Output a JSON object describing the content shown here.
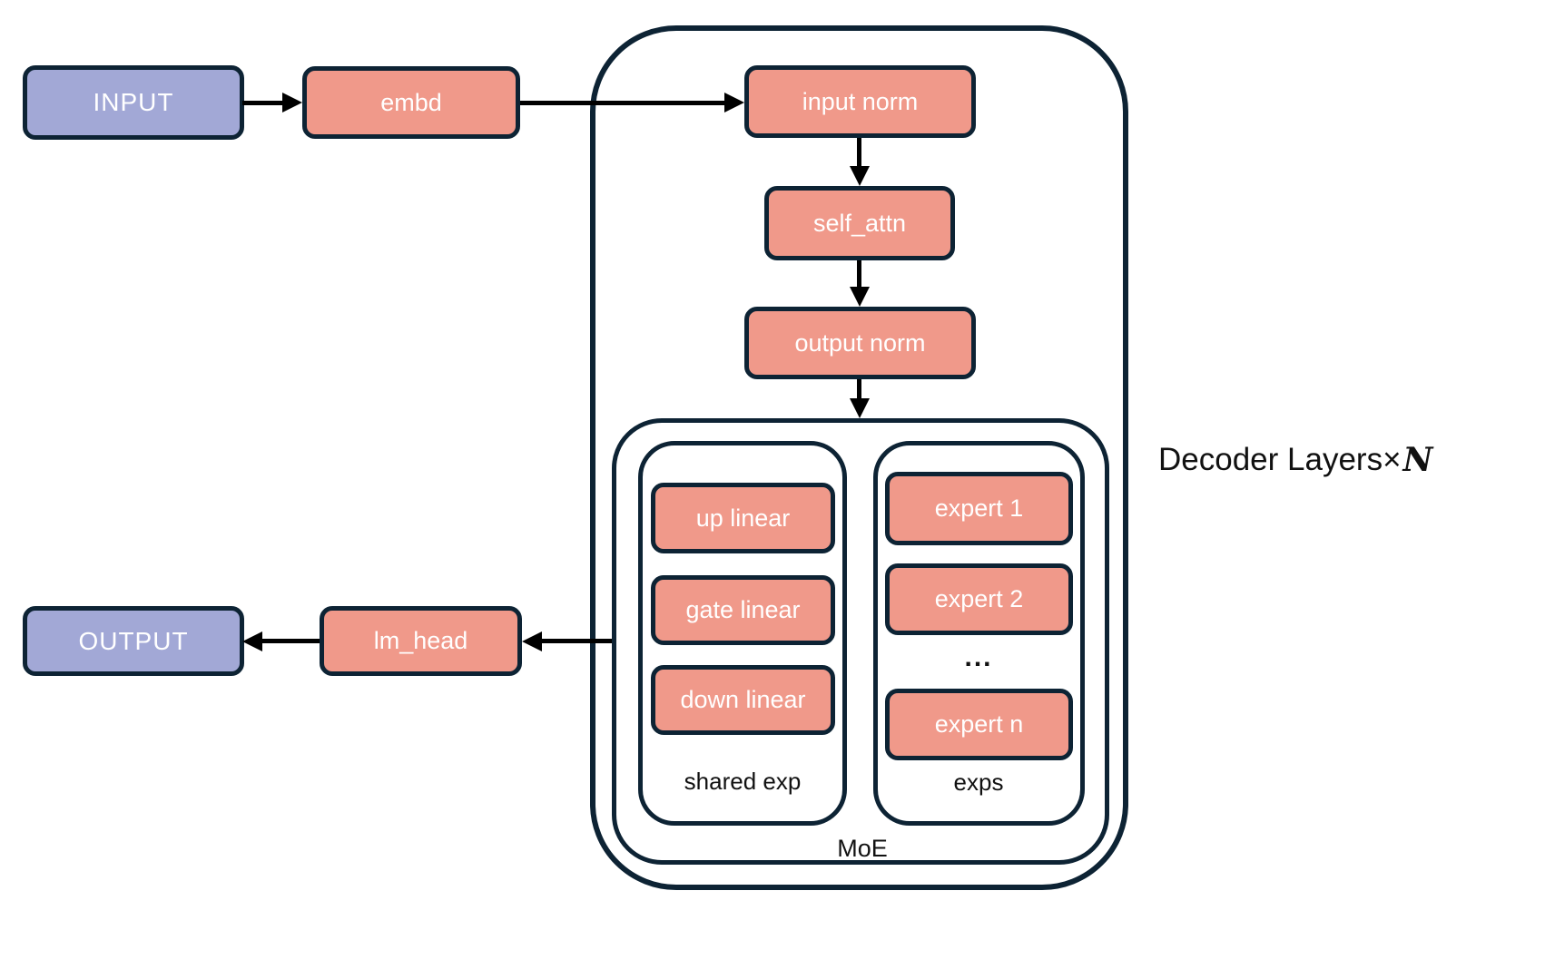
{
  "colors": {
    "salmon_fill": "#F0998A",
    "purple_fill": "#A2A8D6",
    "navy_border": "#0D2334",
    "arrow_black": "#000000",
    "box_text": "#FFFFFF",
    "label_text": "#111111"
  },
  "nodes": {
    "input": {
      "label": "INPUT"
    },
    "embd": {
      "label": "embd"
    },
    "input_norm": {
      "label": "input norm"
    },
    "self_attn": {
      "label": "self_attn"
    },
    "output_norm": {
      "label": "output norm"
    },
    "up_linear": {
      "label": "up linear"
    },
    "gate_linear": {
      "label": "gate linear"
    },
    "down_linear": {
      "label": "down linear"
    },
    "expert_1": {
      "label": "expert 1"
    },
    "expert_2": {
      "label": "expert 2"
    },
    "experts_ellipsis": {
      "label": "..."
    },
    "expert_n": {
      "label": "expert n"
    },
    "lm_head": {
      "label": "lm_head"
    },
    "output": {
      "label": "OUTPUT"
    }
  },
  "labels": {
    "shared_exp": "shared exp",
    "exps": "exps",
    "moe": "MoE",
    "decoder_prefix": "Decoder Layers×",
    "decoder_n": "N"
  }
}
